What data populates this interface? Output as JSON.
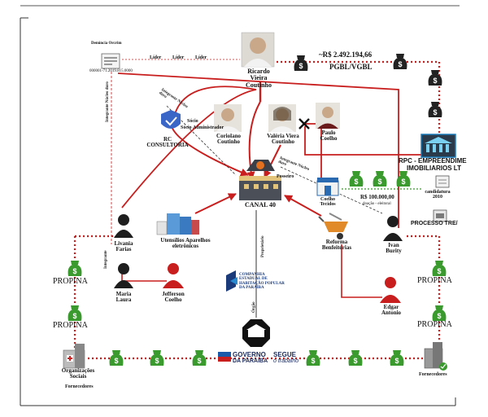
{
  "nodes": {
    "denuncia": "Denúncia Orcrim",
    "denuncia_code": "000001-71.2019.815.0000",
    "ricardo": "Ricardo Vieira Coutinho",
    "valor_top": "~R$ 2.492.194,66",
    "pgbl": "PGBL/VGBL",
    "rc_consultoria": "RC CONSULTORIA",
    "coriolano": "Coriolano Coutinho",
    "valeria": "Valéria Viera Coutinho",
    "paulo": "Paulo Coelho",
    "rpc_line1": "RPC - EMPREENDIME",
    "rpc_line2": "IMOBILIARIOS LT",
    "candidatura": "candidatura 2010",
    "coelho_tecidos": "Coelho Tecidos",
    "valor_doacao": "R$ 100.000,00",
    "doacao_label": "doação - eleitoral",
    "processo": "PROCESSO TRE/",
    "canal40": "CANAL 40",
    "livania": "Livania Farias",
    "utensilios": "Utensílios Aparelhos eletrônicos",
    "reforma": "Reforma Benfeitorias",
    "ivan": "Ivan Burity",
    "maria": "Maria Laura",
    "jefferson": "Jefferson Coelho",
    "edgar": "Edgar Antonio",
    "organizacoes": "Organizações Sociais",
    "fornecedores_left": "Fornecedores",
    "fornecedores_right": "Fornecedores",
    "cehap": "COMPANHIA ESTADUAL DE HABITAÇÃO POPULAR DA PARAÍBA",
    "governo_line1": "GOVERNO",
    "governo_line2": "DA PARAÍBA",
    "segue1": "SEGUE",
    "segue2": "o trabalho"
  },
  "edges": {
    "lider1": "Líder",
    "lider2": "Líder",
    "lider3": "Líder",
    "integrante_nucleo_duro": "Integrante Núcleo duro",
    "integrante_nucleo_duro_left": "Integrante Núcleo duro",
    "socio": "Sócio",
    "socio_administrador": "Sócio Administrador",
    "integrante_nucleo_duro_right": "Integrante Núcleo duro",
    "posseiro": "Posseiro",
    "proprietario": "Proprietário",
    "integrante_left": "Integrante",
    "orgao": "Órgão"
  },
  "propina_labels": [
    "PROPINA",
    "PROPINA",
    "PROPINA",
    "PROPINA"
  ],
  "colors": {
    "red": "#c81e1e",
    "money": "#3a9a2e",
    "money_dark": "#1e6a1a",
    "dark": "#222222"
  }
}
